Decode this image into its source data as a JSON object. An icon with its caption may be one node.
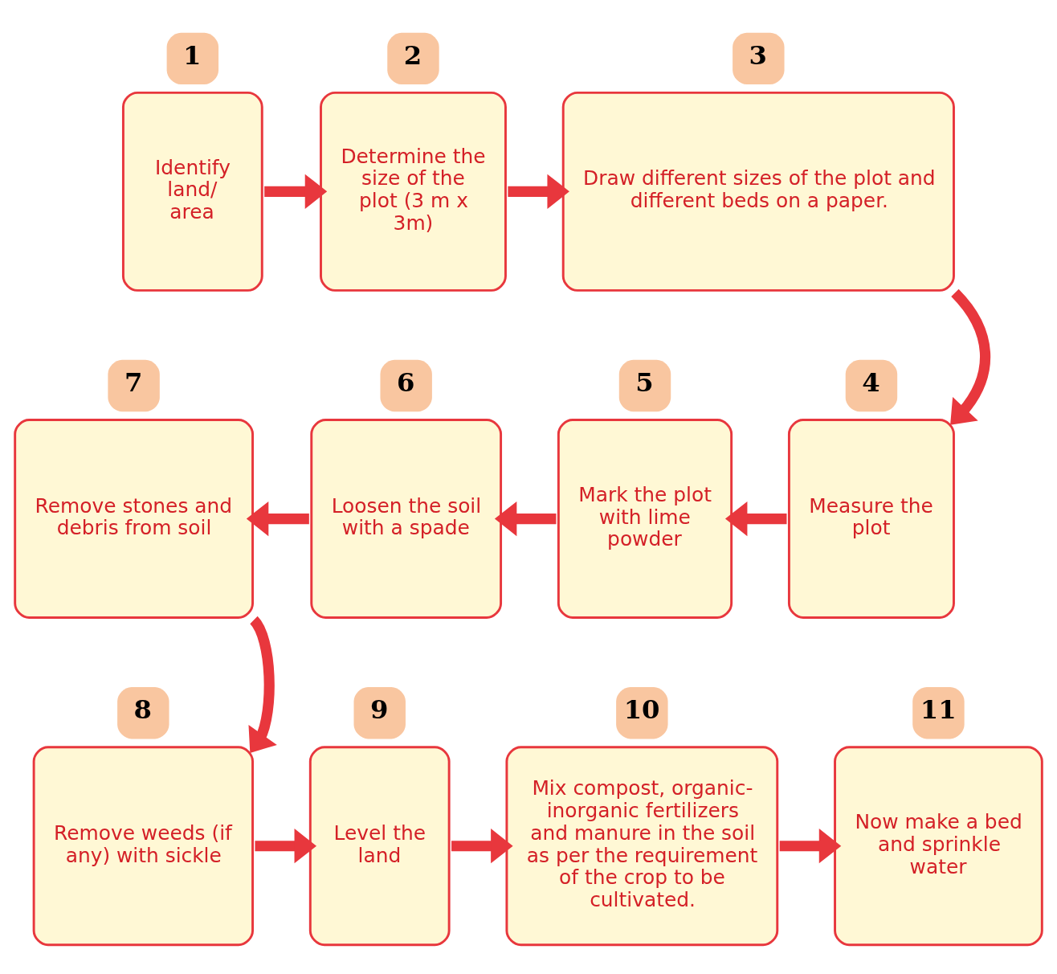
{
  "diagram": {
    "nodes": [
      {
        "text": [
          "Identify land/ area"
        ],
        "beside": [
          "1"
        ]
      },
      {
        "text": [
          "Determine the size of the plot (3 m x 3m)"
        ],
        "beside": [
          "2"
        ]
      },
      {
        "text": [
          "Draw different sizes of the plot and different beds on a paper."
        ],
        "beside": [
          "3"
        ]
      },
      {
        "text": [
          "Measure the plot"
        ],
        "beside": [
          "4"
        ]
      },
      {
        "text": [
          "Mark the plot with lime powder"
        ],
        "beside": [
          "5"
        ]
      },
      {
        "text": [
          "Loosen the soil with a spade"
        ],
        "beside": [
          "6"
        ]
      },
      {
        "text": [
          "Remove stones and debris from soil"
        ],
        "beside": [
          "7"
        ]
      },
      {
        "text": [
          "Remove weeds (if any) with sickle"
        ],
        "beside": [
          "8"
        ]
      },
      {
        "text": [
          "Level the land"
        ],
        "beside": [
          "9"
        ]
      },
      {
        "text": [
          "Mix compost, organic-inorganic fertilizers and manure in the soil as per the requirement of the crop to be cultivated."
        ],
        "beside": [
          "10"
        ]
      },
      {
        "text": [
          "Now make a bed and sprinkle water"
        ],
        "beside": [
          "11"
        ]
      }
    ],
    "edges": [
      {
        "from": 0,
        "to": 1,
        "arrow": "to"
      },
      {
        "from": 1,
        "to": 2,
        "arrow": "to"
      },
      {
        "from": 2,
        "to": 3,
        "arrow": "to"
      },
      {
        "from": 3,
        "to": 4,
        "arrow": "to"
      },
      {
        "from": 4,
        "to": 5,
        "arrow": "to"
      },
      {
        "from": 5,
        "to": 6,
        "arrow": "to"
      },
      {
        "from": 6,
        "to": 7,
        "arrow": "to"
      },
      {
        "from": 7,
        "to": 8,
        "arrow": "to"
      },
      {
        "from": 8,
        "to": 9,
        "arrow": "to"
      },
      {
        "from": 9,
        "to": 10,
        "arrow": "to"
      }
    ]
  }
}
